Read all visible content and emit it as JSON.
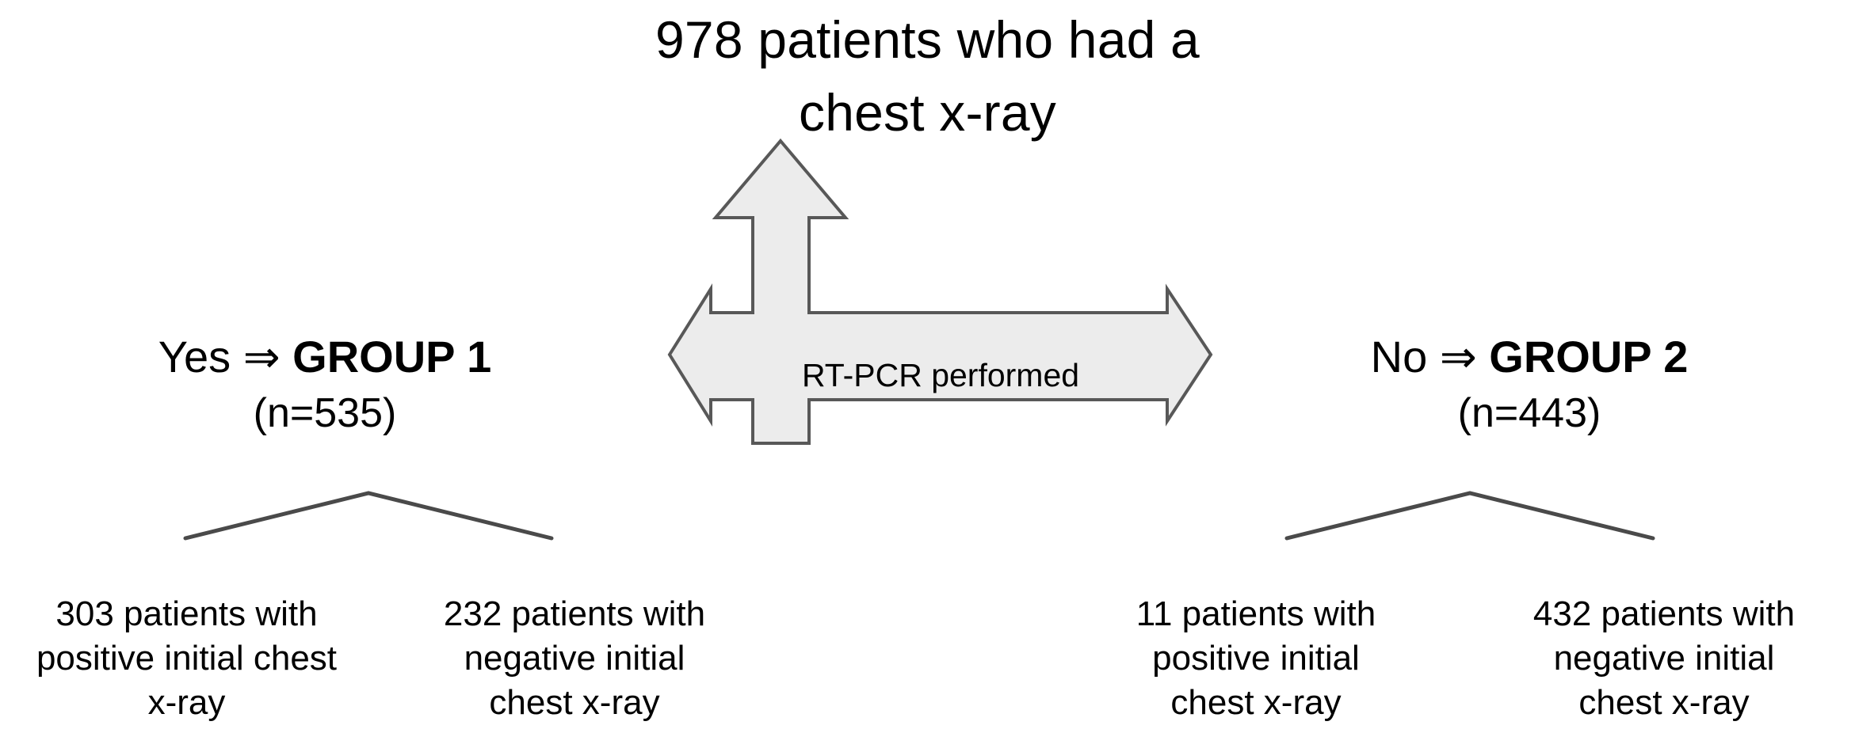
{
  "title": {
    "line1": "978 patients who had a",
    "line2": "chest x-ray"
  },
  "decision": {
    "label": "RT-PCR performed"
  },
  "branches": [
    {
      "answer": "Yes",
      "arrow_glyph": "⇒",
      "group": "GROUP 1",
      "count": "(n=535)"
    },
    {
      "answer": "No",
      "arrow_glyph": "⇒",
      "group": "GROUP 2",
      "count": "(n=443)"
    }
  ],
  "leaves": [
    {
      "line1": "303 patients with",
      "line2": "positive initial chest",
      "line3": "x-ray"
    },
    {
      "line1": "232 patients with",
      "line2": "negative initial",
      "line3": "chest x-ray"
    },
    {
      "line1": "11 patients with",
      "line2": "positive initial",
      "line3": "chest x-ray"
    },
    {
      "line1": "432 patients with",
      "line2": "negative initial",
      "line3": "chest x-ray"
    }
  ],
  "colors": {
    "arrow_fill": "#ececec",
    "arrow_stroke": "#585858",
    "connector_stroke": "#4a4a4a",
    "text": "#000000",
    "background": "#ffffff"
  },
  "chart_data": {
    "type": "flowchart",
    "title": "978 patients who had a chest x-ray",
    "total": 978,
    "decision_label": "RT-PCR performed",
    "nodes": [
      {
        "id": "root",
        "label": "978 patients who had a chest x-ray",
        "value": 978
      },
      {
        "id": "group1",
        "label": "Yes ⇒ GROUP 1",
        "value": 535
      },
      {
        "id": "group2",
        "label": "No ⇒ GROUP 2",
        "value": 443
      },
      {
        "id": "g1-positive",
        "label": "303 patients with positive initial chest x-ray",
        "value": 303
      },
      {
        "id": "g1-negative",
        "label": "232 patients with negative initial chest x-ray",
        "value": 232
      },
      {
        "id": "g2-positive",
        "label": "11 patients with positive initial chest x-ray",
        "value": 11
      },
      {
        "id": "g2-negative",
        "label": "432 patients with negative initial chest x-ray",
        "value": 432
      }
    ],
    "edges": [
      {
        "from": "root",
        "to": "group1",
        "label": "Yes"
      },
      {
        "from": "root",
        "to": "group2",
        "label": "No"
      },
      {
        "from": "group1",
        "to": "g1-positive",
        "label": ""
      },
      {
        "from": "group1",
        "to": "g1-negative",
        "label": ""
      },
      {
        "from": "group2",
        "to": "g2-positive",
        "label": ""
      },
      {
        "from": "group2",
        "to": "g2-negative",
        "label": ""
      }
    ]
  }
}
